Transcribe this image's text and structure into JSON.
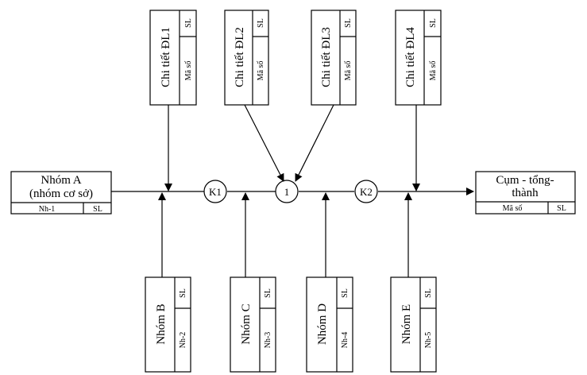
{
  "base_group": {
    "title_line1": "Nhóm A",
    "title_line2": "(nhóm cơ sở)",
    "code": "Nh-1",
    "qty": "SL"
  },
  "output": {
    "title_line1": "Cụm - tổng-",
    "title_line2": "thành",
    "code": "Mã số",
    "qty": "SL"
  },
  "details": [
    {
      "title": "Chi tiết ĐL1",
      "qty": "SL",
      "code": "Mã số"
    },
    {
      "title": "Chi tiết ĐL2",
      "qty": "SL",
      "code": "Mã số"
    },
    {
      "title": "Chi tiết ĐL3",
      "qty": "SL",
      "code": "Mã số"
    },
    {
      "title": "Chi tiết ĐL4",
      "qty": "SL",
      "code": "Mã số"
    }
  ],
  "groups": [
    {
      "title": "Nhóm B",
      "qty": "SL",
      "code": "Nh-2"
    },
    {
      "title": "Nhóm C",
      "qty": "SL",
      "code": "Nh-3"
    },
    {
      "title": "Nhóm D",
      "qty": "SL",
      "code": "Nh-4"
    },
    {
      "title": "Nhóm E",
      "qty": "SL",
      "code": "Nh-5"
    }
  ],
  "nodes": {
    "k1": "K1",
    "n1": "1",
    "k2": "K2"
  }
}
